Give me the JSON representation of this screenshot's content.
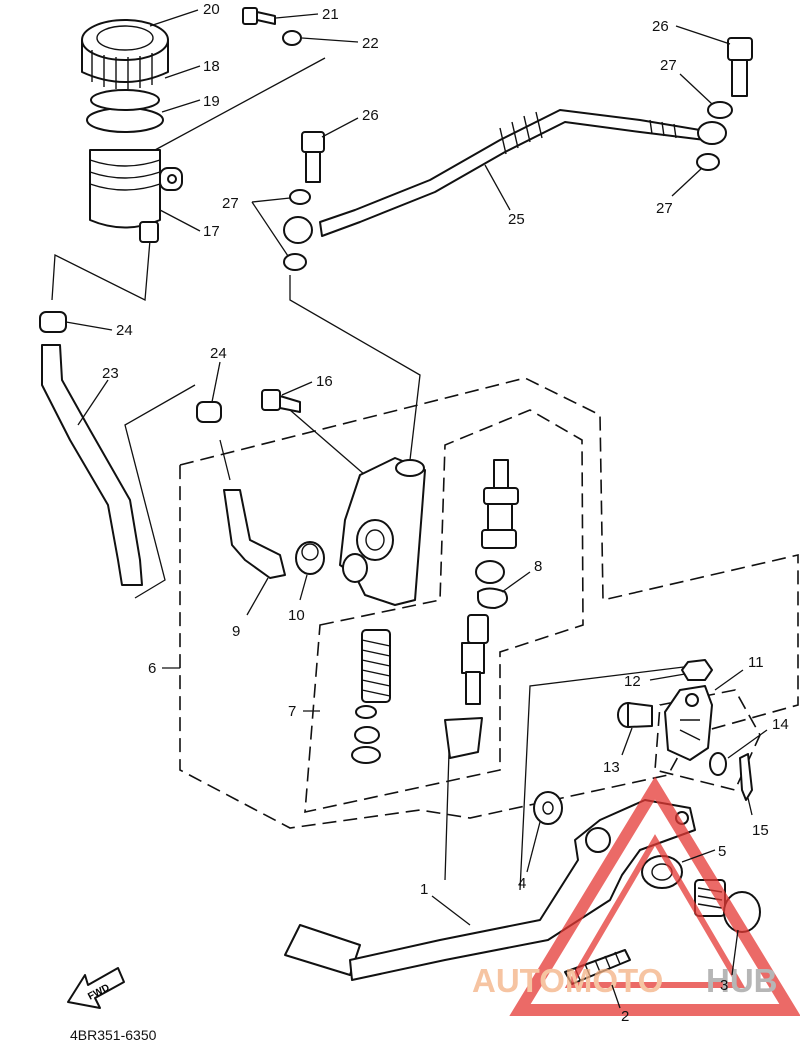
{
  "diagram": {
    "catalog_code": "4BR351-6350",
    "fwd_label": "FWD",
    "part_numbers": [
      "1",
      "2",
      "3",
      "4",
      "5",
      "6",
      "7",
      "8",
      "9",
      "10",
      "11",
      "12",
      "13",
      "14",
      "15",
      "16",
      "17",
      "18",
      "19",
      "20",
      "21",
      "22",
      "23",
      "24",
      "24",
      "25",
      "26",
      "26",
      "27",
      "27",
      "27"
    ],
    "watermark": {
      "part1": "AUTOMOTO",
      "part2": "HUB",
      "color1": "#f4b183",
      "color2": "#9e9e9e",
      "triangle_color": "#e53935"
    }
  }
}
